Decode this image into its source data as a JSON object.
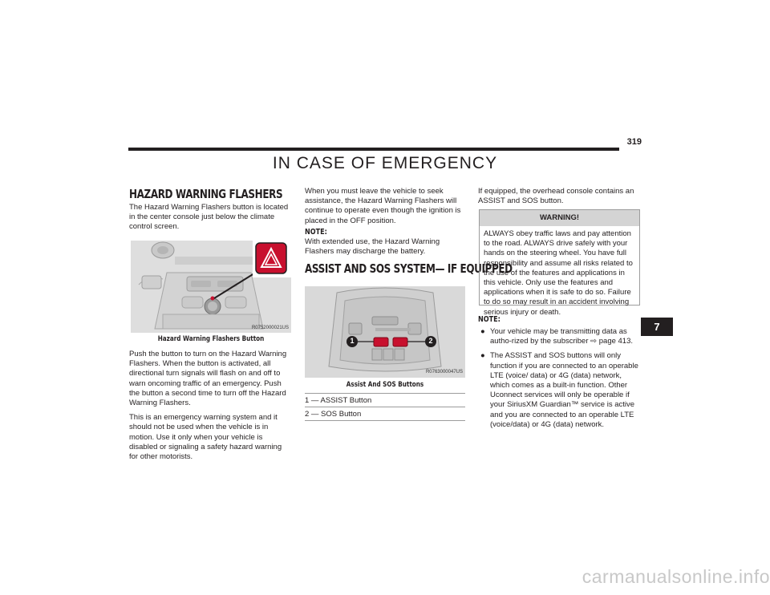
{
  "header": {
    "page_number": "319",
    "chapter_title": "IN CASE OF EMERGENCY"
  },
  "hazard": {
    "heading": "HAZARD WARNING FLASHERS",
    "intro": "The Hazard Warning Flashers button is located in the center console just below the climate control screen.",
    "figure_code": "R0752000021US",
    "caption": "Hazard Warning Flashers Button",
    "para1": "Push the button to turn on the Hazard Warning Flashers. When the button is activated, all directional turn signals will flash on and off to warn oncoming traffic of an emergency. Push the button a second time to turn off the Hazard Warning Flashers.",
    "para2": "This is an emergency warning system and it should not be used when the vehicle is in motion. Use it only when your vehicle is disabled or signaling a safety hazard warning for other motorists."
  },
  "middle": {
    "para": "When you must leave the vehicle to seek assistance, the Hazard Warning Flashers will continue to operate even though the ignition is placed in the OFF position.",
    "note_label": "NOTE:",
    "note_text": "With extended use, the Hazard Warning Flashers may discharge the battery."
  },
  "assist": {
    "heading": "ASSIST AND SOS SYSTEM— IF EQUIPPED",
    "figure_code": "R0763000047US",
    "callout_1": "1",
    "callout_2": "2",
    "caption": "Assist And SOS Buttons",
    "legend": [
      "1 — ASSIST Button",
      "2 — SOS Button"
    ]
  },
  "right": {
    "intro": "If equipped, the overhead console contains an ASSIST and SOS button.",
    "warning_title": "WARNING!",
    "warning_text": "ALWAYS obey traffic laws and pay attention to the road. ALWAYS drive safely with your hands on the steering wheel. You have full responsibility and assume all risks related to the use of the features and applications in this vehicle. Only use the features and applications when it is safe to do so. Failure to do so may result in an accident involving serious injury or death.",
    "note_label": "NOTE:",
    "bullets": [
      "Your vehicle may be transmitting data as autho-rized by the subscriber  ⇨ page 413.",
      "The ASSIST and SOS buttons will only function if you are connected to an operable LTE (voice/ data) or 4G (data) network, which comes as a built-in function. Other Uconnect services will only be operable if your SiriusXM Guardian™ service is active and you are connected to an operable LTE (voice/data) or 4G (data) network."
    ]
  },
  "section_tab": "7",
  "watermark": "carmanualsonline.info"
}
